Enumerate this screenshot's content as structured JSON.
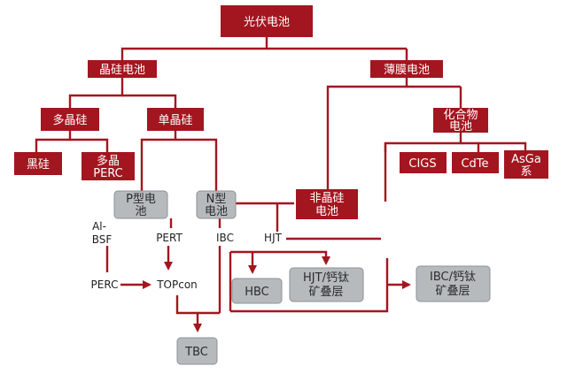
{
  "nodes": {
    "root": "光伏电池",
    "crystalline": "晶硅电池",
    "thin_film": "薄膜电池",
    "polysilicon": "多晶硅",
    "monosilicon": "单晶硅",
    "compound_line1": "化合物",
    "compound_line2": "电池",
    "black_silicon": "黑硅",
    "poly_perc_line1": "多晶",
    "poly_perc_line2": "PERC",
    "cigs": "CIGS",
    "cdte": "CdTe",
    "asga_line1": "AsGa",
    "asga_line2": "系",
    "p_type_line1": "P型电",
    "p_type_line2": "池",
    "n_type_line1": "N型",
    "n_type_line2": "电池",
    "amorphous_line1": "非晶硅",
    "amorphous_line2": "电池",
    "hbc": "HBC",
    "hjt_perovskite_line1": "HJT/钙钛",
    "hjt_perovskite_line2": "矿叠层",
    "ibc_perovskite_line1": "IBC/钙钛",
    "ibc_perovskite_line2": "矿叠层",
    "tbc": "TBC"
  },
  "labels": {
    "al_bsf_line1": "Al-",
    "al_bsf_line2": "BSF",
    "perc": "PERC",
    "pert": "PERT",
    "ibc": "IBC",
    "hjt": "HJT",
    "topcon": "TOPcon"
  },
  "colors": {
    "accent": "#a3161f",
    "gray_box": "#b7babd"
  }
}
